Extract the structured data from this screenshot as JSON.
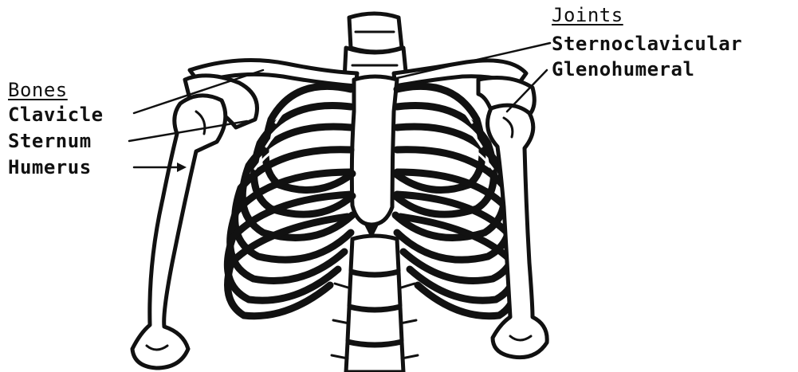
{
  "bones_group": {
    "heading": "Bones",
    "items": [
      "Clavicle",
      "Sternum",
      "Humerus"
    ]
  },
  "joints_group": {
    "heading": "Joints",
    "items": [
      "Sternoclavicular",
      "Glenohumeral"
    ]
  }
}
